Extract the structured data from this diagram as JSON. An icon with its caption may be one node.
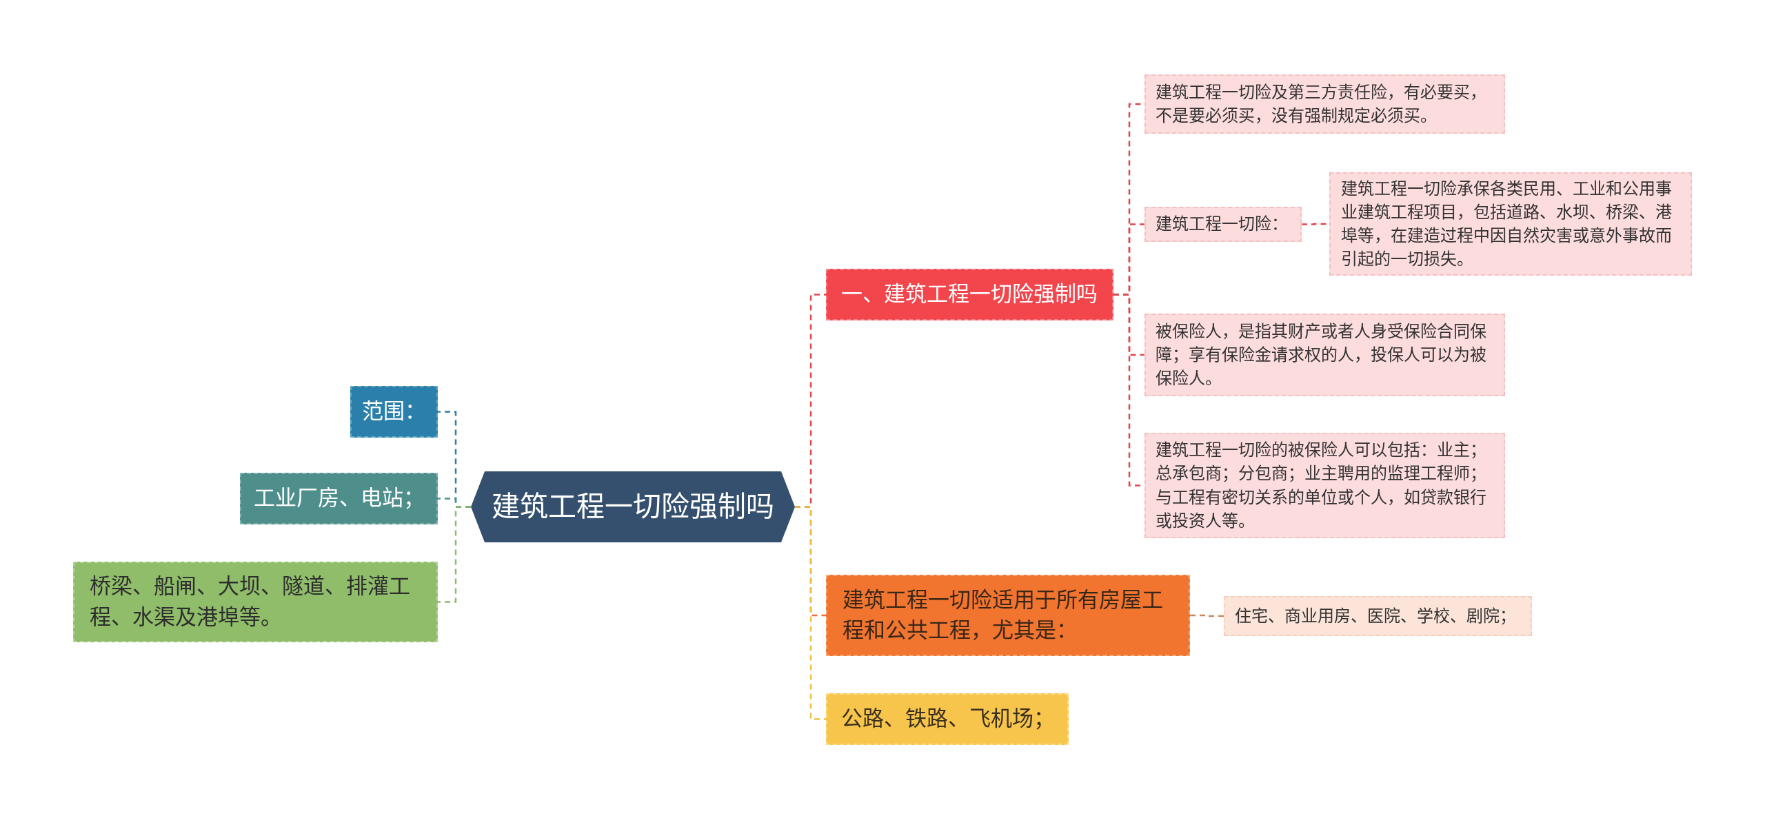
{
  "diagram": {
    "nodes": [
      {
        "text": [
          "建筑工程一切险强制吗"
        ]
      },
      {
        "text": [
          "一、建筑工程一切险强制吗"
        ]
      },
      {
        "text": [
          "建筑工程一切险及第三方责任险，有必要买，不是要必须买，没有强制规定必须买。"
        ]
      },
      {
        "text": [
          "建筑工程一切险："
        ]
      },
      {
        "text": [
          "建筑工程一切险承保各类民用、工业和公用事业建筑工程项目，包括道路、水坝、桥梁、港埠等，在建造过程中因自然灾害或意外事故而引起的一切损失。"
        ]
      },
      {
        "text": [
          "被保险人，是指其财产或者人身受保险合同保障；享有保险金请求权的人，投保人可以为被保险人。"
        ]
      },
      {
        "text": [
          "建筑工程一切险的被保险人可以包括：业主；总承包商；分包商；业主聘用的监理工程师；与工程有密切关系的单位或个人，如贷款银行或投资人等。"
        ]
      },
      {
        "text": [
          "建筑工程一切险适用于所有房屋工程和公共工程，尤其是："
        ]
      },
      {
        "text": [
          "住宅、商业用房、医院、学校、剧院；"
        ]
      },
      {
        "text": [
          "公路、铁路、飞机场；"
        ]
      },
      {
        "text": [
          "范围："
        ]
      },
      {
        "text": [
          "工业厂房、电站；"
        ]
      },
      {
        "text": [
          "桥梁、船闸、大坝、隧道、排灌工程、水渠及港埠等。"
        ]
      }
    ],
    "edges": [
      {
        "from": 0,
        "to": 1,
        "arrow": "none",
        "color": "#e0474c"
      },
      {
        "from": 1,
        "to": 2,
        "arrow": "none",
        "color": "#e0474c"
      },
      {
        "from": 1,
        "to": 3,
        "arrow": "none",
        "color": "#e0474c"
      },
      {
        "from": 3,
        "to": 4,
        "arrow": "none",
        "color": "#e0474c"
      },
      {
        "from": 1,
        "to": 5,
        "arrow": "none",
        "color": "#e0474c"
      },
      {
        "from": 1,
        "to": 6,
        "arrow": "none",
        "color": "#e0474c"
      },
      {
        "from": 0,
        "to": 7,
        "arrow": "none",
        "color": "#e8703a"
      },
      {
        "from": 7,
        "to": 8,
        "arrow": "none",
        "color": "#c8875a"
      },
      {
        "from": 0,
        "to": 9,
        "arrow": "none",
        "color": "#f0c040"
      },
      {
        "from": 0,
        "to": 10,
        "arrow": "none",
        "color": "#2b7fab"
      },
      {
        "from": 0,
        "to": 11,
        "arrow": "none",
        "color": "#4e9090"
      },
      {
        "from": 0,
        "to": 12,
        "arrow": "none",
        "color": "#8fbc6b"
      }
    ]
  }
}
